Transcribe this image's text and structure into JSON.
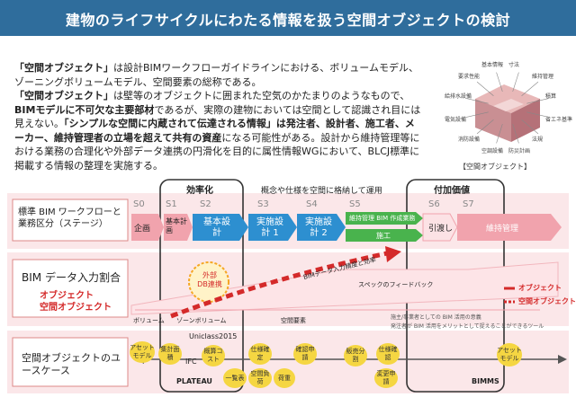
{
  "title": "建物のライフサイクルにわたる情報を扱う空間オブジェクトの検討",
  "intro": {
    "p1a": "「空間オブジェクト」",
    "p1b": "は設計BIMワークフローガイドラインにおける、ボリュームモデル、ゾーニングボリュームモデル、空間要素の総称である。",
    "p2a": "「空間オブジェクト」",
    "p2b": "は壁等のオブジェクトに囲まれた空気のかたまりのようなもので、",
    "p2c": "BIMモデルに不可欠な主要部材",
    "p2d": "であるが、実際の建物においては空間として認識され目には見えない。",
    "p2e": "「シンプルな空間に内蔵されて伝達される情報」は発注者、設計者、施工者、メーカー、維持管理者の立場を超えて共有の資産",
    "p2f": "になる可能性がある。設計から維持管理等における業務の合理化や外部データ連携の円滑化を目的に属性情報WGにおいて、BLCJ標準に掲載する情報の整理を実施する。"
  },
  "object_figure": {
    "caption": "【空間オブジェクト】",
    "labels": [
      "要求性能",
      "基本情報",
      "寸法",
      "維持管理",
      "積算",
      "省エネ基準",
      "法規",
      "防災計画",
      "空調設備",
      "消防設備",
      "電気設備",
      "給排水設備"
    ]
  },
  "diagram": {
    "row1_label": "標準 BIM ワークフローと業務区分（ステージ）",
    "row2_label": "BIM データ入力割合",
    "row2_sub1": "オブジェクト",
    "row2_sub2": "空間オブジェクト",
    "row3_label": "空間オブジェクトのユースケース",
    "group1": "効率化",
    "group2": "概念や仕様を空間に格納して運用",
    "group3": "付加価値",
    "stages": [
      "S0",
      "S1",
      "S2",
      "S3",
      "S4",
      "S5",
      "S6",
      "S7"
    ],
    "steps": {
      "s0": "企画",
      "s1": "基本計画",
      "s2": "基本設計",
      "s3": "実施設計 1",
      "s4": "実施設計 2",
      "s5a": "維持管理 BIM 作成業務",
      "s5b": "施工",
      "s6": "引渡し",
      "s7": "維持管理"
    },
    "ext_db": "外部 DB連携",
    "bim_arrow": "BIMデータ入力精度と効率",
    "feedback": "スペックのフィードバック",
    "legend_obj": "オブジェクト",
    "legend_space": "空間オブジェクト",
    "label_volume": "ボリューム",
    "label_zoning": "ゾーンボリューム",
    "label_space": "空間要素",
    "note1": "施主/事業者としての BIM 活用の意義",
    "note2": "発注者が BIM 活用をメリットとして捉えることができるツール",
    "uniclass": "Uniclass2015",
    "ifc": "IFC",
    "plateau": "PLATEAU",
    "bimms": "BIMMS",
    "usecases": {
      "asset_l": "アセットモデル",
      "shuukei": "集計面積",
      "gaisan": "概算コスト",
      "shiyou": "仕様確定",
      "kakunin": "確認申請",
      "hanbai": "販売分割",
      "shiyou2": "仕様確認",
      "asset_r": "アセットモデル",
      "ichiran": "一覧表",
      "kuukan": "空間負荷",
      "kajuu": "荷重",
      "henkou": "変更申請"
    }
  },
  "colors": {
    "header": "#2f6d9c",
    "blue": "#2d8fd0",
    "green": "#49b34d",
    "pink": "#f1a3ad",
    "red": "#d42a2a",
    "yellow": "#f5d642"
  }
}
